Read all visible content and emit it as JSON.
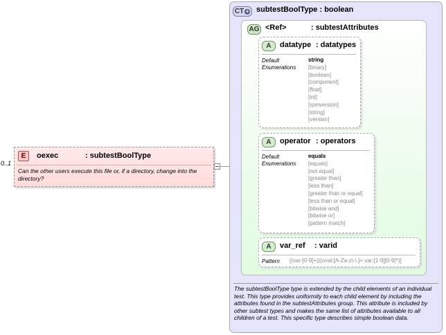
{
  "element": {
    "badge": "E",
    "name": "oexec",
    "type": ": subtestBoolType",
    "occurrence": "0..1",
    "documentation": "Can the other users execute this file or, if a directory, change into the directory?"
  },
  "complex_type": {
    "badge": "CT",
    "title": "subtestBoolType : boolean",
    "documentation": "The subtestBoolType type is extended by the child elements of an individual test.  This type provides uniformity to each child element by including the attributes found in the subtestAttributes group.  This attribute is included by other subtest types and makes the same list of attributes available to all children of a test.  This specific type describes simple boolean data."
  },
  "attribute_group": {
    "badge": "AG",
    "ref": "<Ref>",
    "name": ": subtestAttributes"
  },
  "attributes": [
    {
      "badge": "A",
      "name": "datatype",
      "type": ": datatypes",
      "label_default": "Default",
      "label_enum": "Enumerations",
      "values": [
        "string",
        "[binary]",
        "[boolean]",
        "[component]",
        "[float]",
        "[int]",
        "[rpmversion]",
        "[string]",
        "[version]"
      ]
    },
    {
      "badge": "A",
      "name": "operator",
      "type": ": operators",
      "label_default": "Default",
      "label_enum": "Enumerations",
      "values": [
        "equals",
        "[equals]",
        "[not equal]",
        "[greater than]",
        "[less than]",
        "[greater than or equal]",
        "[less than or equal]",
        "[bitwise and]",
        "[bitwise or]",
        "[pattern match]"
      ]
    },
    {
      "badge": "A",
      "name": "var_ref",
      "type": ": varid",
      "label_pattern": "Pattern",
      "pattern": "[(var-[0-9]+)|(oval:[A-Za-z\\-\\.]+:var:[1-9][0-9]*)]"
    }
  ]
}
